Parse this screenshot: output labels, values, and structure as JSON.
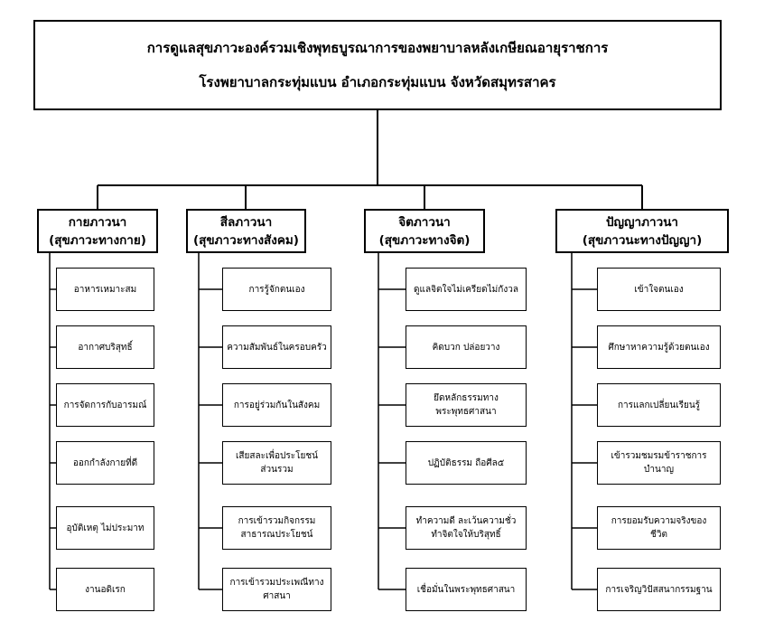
{
  "title": {
    "line1": "การดูแลสุขภาวะองค์รวมเชิงพุทธบูรณาการของพยาบาลหลังเกษียณอายุราชการ",
    "line2": "โรงพยาบาลกระทุ่มแบน  อำเภอกระทุ่มแบน  จังหวัดสมุทรสาคร"
  },
  "categories": [
    {
      "name": "กายภาวนา",
      "sub": "(สุขภาวะทางกาย)",
      "items": [
        [
          "อาหารเหมาะสม"
        ],
        [
          "อากาศบริสุทธิ์"
        ],
        [
          "การจัดการกับอารมณ์"
        ],
        [
          "ออกกำลังกายที่ดี"
        ],
        [
          "อุบัติเหตุ ไม่ประมาท"
        ],
        [
          "งานอดิเรก"
        ]
      ]
    },
    {
      "name": "สีลภาวนา",
      "sub": "(สุขภาวะทางสังคม)",
      "items": [
        [
          "การรู้จักตนเอง"
        ],
        [
          "ความสัมพันธ์ในครอบครัว"
        ],
        [
          "การอยู่ร่วมกันในสังคม"
        ],
        [
          "เสียสละเพื่อประโยชน์",
          "ส่วนรวม"
        ],
        [
          "การเข้ารวมกิจกรรม",
          "สาธารณประโยชน์"
        ],
        [
          "การเข้ารวมประเพณีทาง",
          "ศาสนา"
        ]
      ]
    },
    {
      "name": "จิตภาวนา",
      "sub": "(สุขภาวะทางจิต)",
      "items": [
        [
          "ดูแลจิตใจไม่เครียดไม่กังวล"
        ],
        [
          "คิดบวก  ปล่อยวาง"
        ],
        [
          "ยึดหลักธรรมทาง",
          "พระพุทธศาสนา"
        ],
        [
          "ปฏิบัติธรรม  ถือศีล๕"
        ],
        [
          "ทำความดี ละเว้นความชั่ว",
          "ทำจิตใจให้บริสุทธิ์"
        ],
        [
          "เชื่อมั่นในพระพุทธศาสนา"
        ]
      ]
    },
    {
      "name": "ปัญญาภาวนา",
      "sub": "(สุขภาวนะทางปัญญา)",
      "items": [
        [
          "เข้าใจตนเอง"
        ],
        [
          "ศึกษาหาความรู้ด้วยตนเอง"
        ],
        [
          "การแลกเปลี่ยนเรียนรู้"
        ],
        [
          "เข้ารวมชมรมข้าราชการ",
          "บำนาญ"
        ],
        [
          "การยอมรับความจริงของ",
          "ชีวิต"
        ],
        [
          "การเจริญวิปัสสนากรรมฐาน"
        ]
      ]
    }
  ]
}
